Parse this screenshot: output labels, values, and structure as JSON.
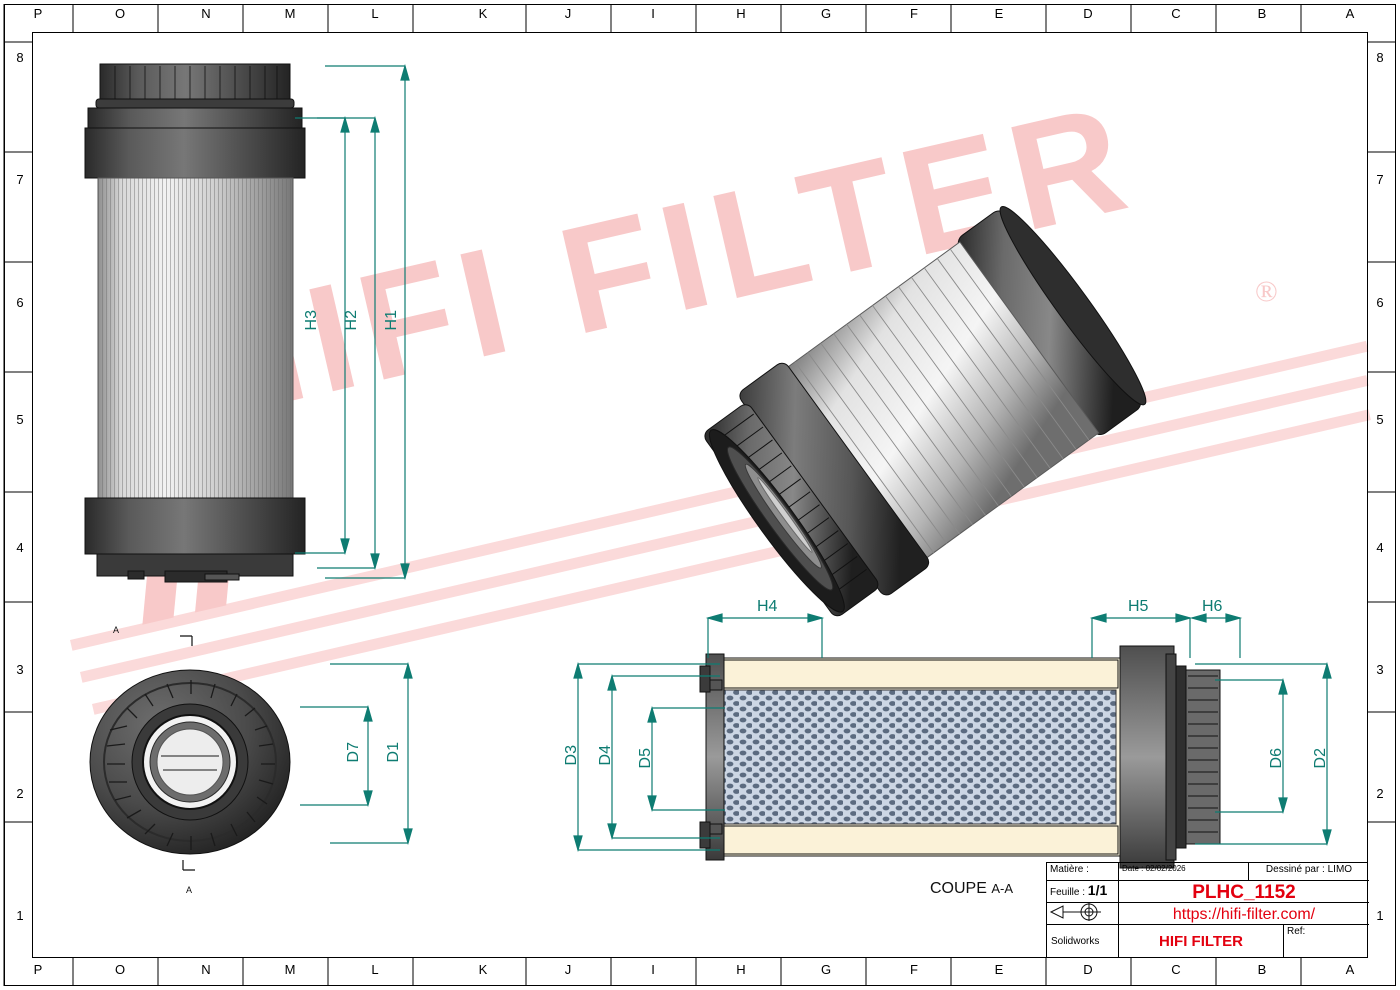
{
  "sheet": {
    "columns": [
      "P",
      "O",
      "N",
      "M",
      "L",
      "K",
      "J",
      "I",
      "H",
      "G",
      "F",
      "E",
      "D",
      "C",
      "B",
      "A"
    ],
    "rows": [
      "8",
      "7",
      "6",
      "5",
      "4",
      "3",
      "2",
      "1"
    ]
  },
  "watermark": {
    "text": "HIFI FILTER",
    "registered": "®",
    "color": "#f8c9c9"
  },
  "dimensions": {
    "front_view": [
      "H3",
      "H2",
      "H1"
    ],
    "end_view": [
      "D7",
      "D1"
    ],
    "section_left": [
      "H4"
    ],
    "section_right": [
      "H5",
      "H6"
    ],
    "section_diameters_left": [
      "D3",
      "D4",
      "D5"
    ],
    "section_diameters_right": [
      "D6",
      "D2"
    ]
  },
  "section_label": {
    "main": "COUPE",
    "suffix": "A-A"
  },
  "section_marks": {
    "top": "A",
    "bottom": "A"
  },
  "title_block": {
    "matiere_label": "Matière :",
    "matiere_value": "",
    "date_label": "Date :",
    "date_value": "02/02/2026",
    "dessine_label": "Dessiné par :",
    "dessine_value": "LIMO",
    "feuille_label": "Feuille :",
    "feuille_value": "1/1",
    "reference": "PLHC_1152",
    "url": "https://hifi-filter.com/",
    "software": "Solidworks",
    "company": "HIFI FILTER",
    "ref_label": "Ref:",
    "ref_value": ""
  },
  "colors": {
    "dimension": "#0e7c72",
    "brand_red": "#e3000f",
    "watermark_pink": "#f8c9c9"
  }
}
